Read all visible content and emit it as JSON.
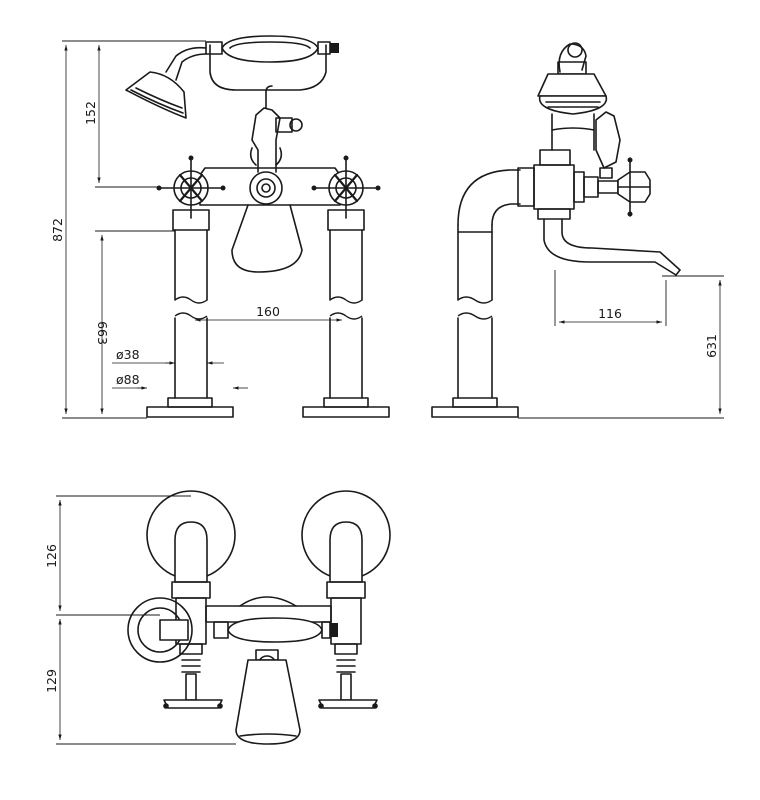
{
  "dimensions": {
    "front_total_height": "872",
    "front_handset_height": "152",
    "front_pillar_height": "663",
    "pillar_spacing": "160",
    "pipe_diameter": "ø38",
    "base_diameter": "ø88",
    "side_spout_reach": "116",
    "side_spout_height": "631",
    "top_rear_depth": "126",
    "top_front_depth": "129"
  }
}
